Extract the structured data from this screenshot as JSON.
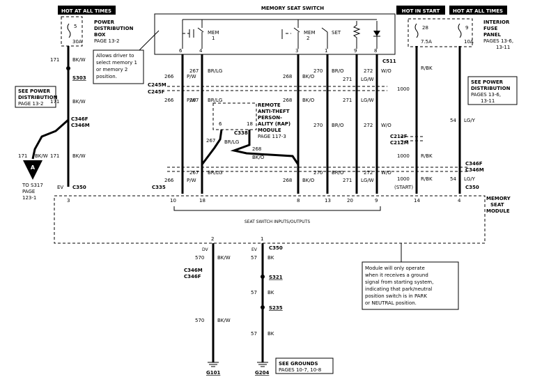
{
  "header_boxes": {
    "hot_left": "HOT AT ALL TIMES",
    "hot_start": "HOT IN START",
    "hot_right": "HOT AT ALL TIMES"
  },
  "memory_switch": {
    "title": "MEMORY SEAT SWITCH",
    "mem1": "MEM",
    "mem1_num": "1",
    "mem2": "MEM",
    "mem2_num": "2",
    "set": "SET",
    "pins": [
      "6",
      "4",
      "3",
      "1",
      "9",
      "8"
    ]
  },
  "pdb": {
    "fuse_num": "5",
    "fuse_amp": "30A",
    "line1": "POWER",
    "line2": "DISTRIBUTION",
    "line3": "BOX",
    "line4": "PAGE  13-2"
  },
  "ifp": {
    "fuse_left_num": "28",
    "fuse_left_amp": "7.5A",
    "fuse_right_num": "9",
    "fuse_right_amp": "10A",
    "line1": "INTERIOR",
    "line2": "FUSE",
    "line3": "PANEL",
    "line4": "PAGES  13-6,",
    "line5": "13-11"
  },
  "callout_memory": {
    "l1": "Allows driver to",
    "l2": "select memory 1",
    "l3": "or  memory  2",
    "l4": "position."
  },
  "see_power_left": {
    "l1": "SEE POWER",
    "l2": "DISTRIBUTION",
    "l3": "PAGE  13-2"
  },
  "see_power_right": {
    "l1": "SEE POWER",
    "l2": "DISTRIBUTION",
    "l3": "PAGES  13-6,",
    "l4": "13-11"
  },
  "rap": {
    "pin_a": "6",
    "pin_b": "18",
    "l1": "REMOTE",
    "l2": "ANTI-THEFT",
    "l3": "PERSON-",
    "l4": "ALITY (RAP)",
    "l5": "MODULE",
    "l6": "PAGE  117-3",
    "connector": "C338"
  },
  "left_wire": {
    "c1": "171",
    "c1_color": "BK/W",
    "splice": "S303",
    "c2": "171",
    "c2_color": "BK/W",
    "conn_f": "C346F",
    "conn_m": "C346M",
    "branch_circuit": "171",
    "branch_color": "BK/W",
    "c3": "171",
    "c3_color": "BK/W",
    "connector_symbol": "A",
    "to1": "TO S317",
    "to2": "PAGE",
    "to3": "123-1",
    "pin": "3",
    "conn_bottom": "C350",
    "ev": "EV"
  },
  "mid_connectors": {
    "c245m": "C245M",
    "c245f": "C245F",
    "c511": "C511",
    "c212f": "C212F",
    "c212m": "C212M",
    "c335": "C335",
    "c346f": "C346F",
    "c346m": "C346M",
    "c350": "C350"
  },
  "wires_top": [
    {
      "circuit": "266",
      "color": "P/W"
    },
    {
      "circuit": "267",
      "color": "BR/LG"
    },
    {
      "circuit": "268",
      "color": "BK/O"
    },
    {
      "circuit": "270",
      "color": "BR/O"
    },
    {
      "circuit": "271",
      "color": "LG/W"
    },
    {
      "circuit": "272",
      "color": "W/O"
    }
  ],
  "wires_mid": [
    {
      "circuit": "266",
      "color": "P/W"
    },
    {
      "circuit": "267",
      "color": "BR/LG"
    },
    {
      "circuit": "268",
      "color": "BK/O"
    },
    {
      "circuit": "270",
      "color": "BR/O"
    },
    {
      "circuit": "271",
      "color": "LG/W"
    },
    {
      "circuit": "272",
      "color": "W/O"
    }
  ],
  "wires_bot": [
    {
      "circuit": "266",
      "color": "P/W"
    },
    {
      "circuit": "267",
      "color": "BR/LG"
    },
    {
      "circuit": "268",
      "color": "BK/O"
    },
    {
      "circuit": "270",
      "color": "BR/O"
    },
    {
      "circuit": "271",
      "color": "LG/W"
    },
    {
      "circuit": "272",
      "color": "W/O"
    }
  ],
  "rap_branch": {
    "c267": "267",
    "c267_color": "BR/LG",
    "c268": "268",
    "c268_color": "BK/O"
  },
  "right_wires": {
    "c1000_top": "1000",
    "c1000_top_color": "R/BK",
    "c1000_mid": "1000",
    "c1000_mid_color": "R/BK",
    "c1000_bot": "1000",
    "c1000_bot_color": "R/BK",
    "start": "(START)",
    "c54_mid": "54",
    "c54_mid_color": "LG/Y",
    "c54_bot": "54",
    "c54_bot_color": "LG/Y"
  },
  "module": {
    "pins_top": [
      "3",
      "10",
      "18",
      "8",
      "13",
      "20",
      "9",
      "14",
      "4"
    ],
    "inner_label": "SEAT SWITCH INPUTS/OUTPUTS",
    "l1": "MEMORY",
    "l2": "SEAT",
    "l3": "MODULE",
    "pin_2": "2",
    "pin_1": "1",
    "c350": "C350"
  },
  "ground_left": {
    "c570_top": "570",
    "c570_top_color": "BK/W",
    "conn_m": "C346M",
    "conn_f": "C346F",
    "c570_bot": "570",
    "c570_bot_color": "BK/W",
    "ground": "G101"
  },
  "ground_right": {
    "c57_a": "57",
    "c57_a_color": "BK",
    "splice1": "S321",
    "c57_b": "57",
    "c57_b_color": "BK",
    "splice2": "S235",
    "c57_c": "57",
    "c57_c_color": "BK",
    "ground": "G204"
  },
  "see_grounds": {
    "l1": "SEE  GROUNDS",
    "l2": "PAGES  10-7,  10-8"
  },
  "callout_module": {
    "l1": "Module will only operate",
    "l2": "when  it  receives  a  ground",
    "l3": "signal from starting system,",
    "l4": "indicating that park/neutral",
    "l5": "position  switch  is  in  PARK",
    "l6": "or NEUTRAL position."
  }
}
